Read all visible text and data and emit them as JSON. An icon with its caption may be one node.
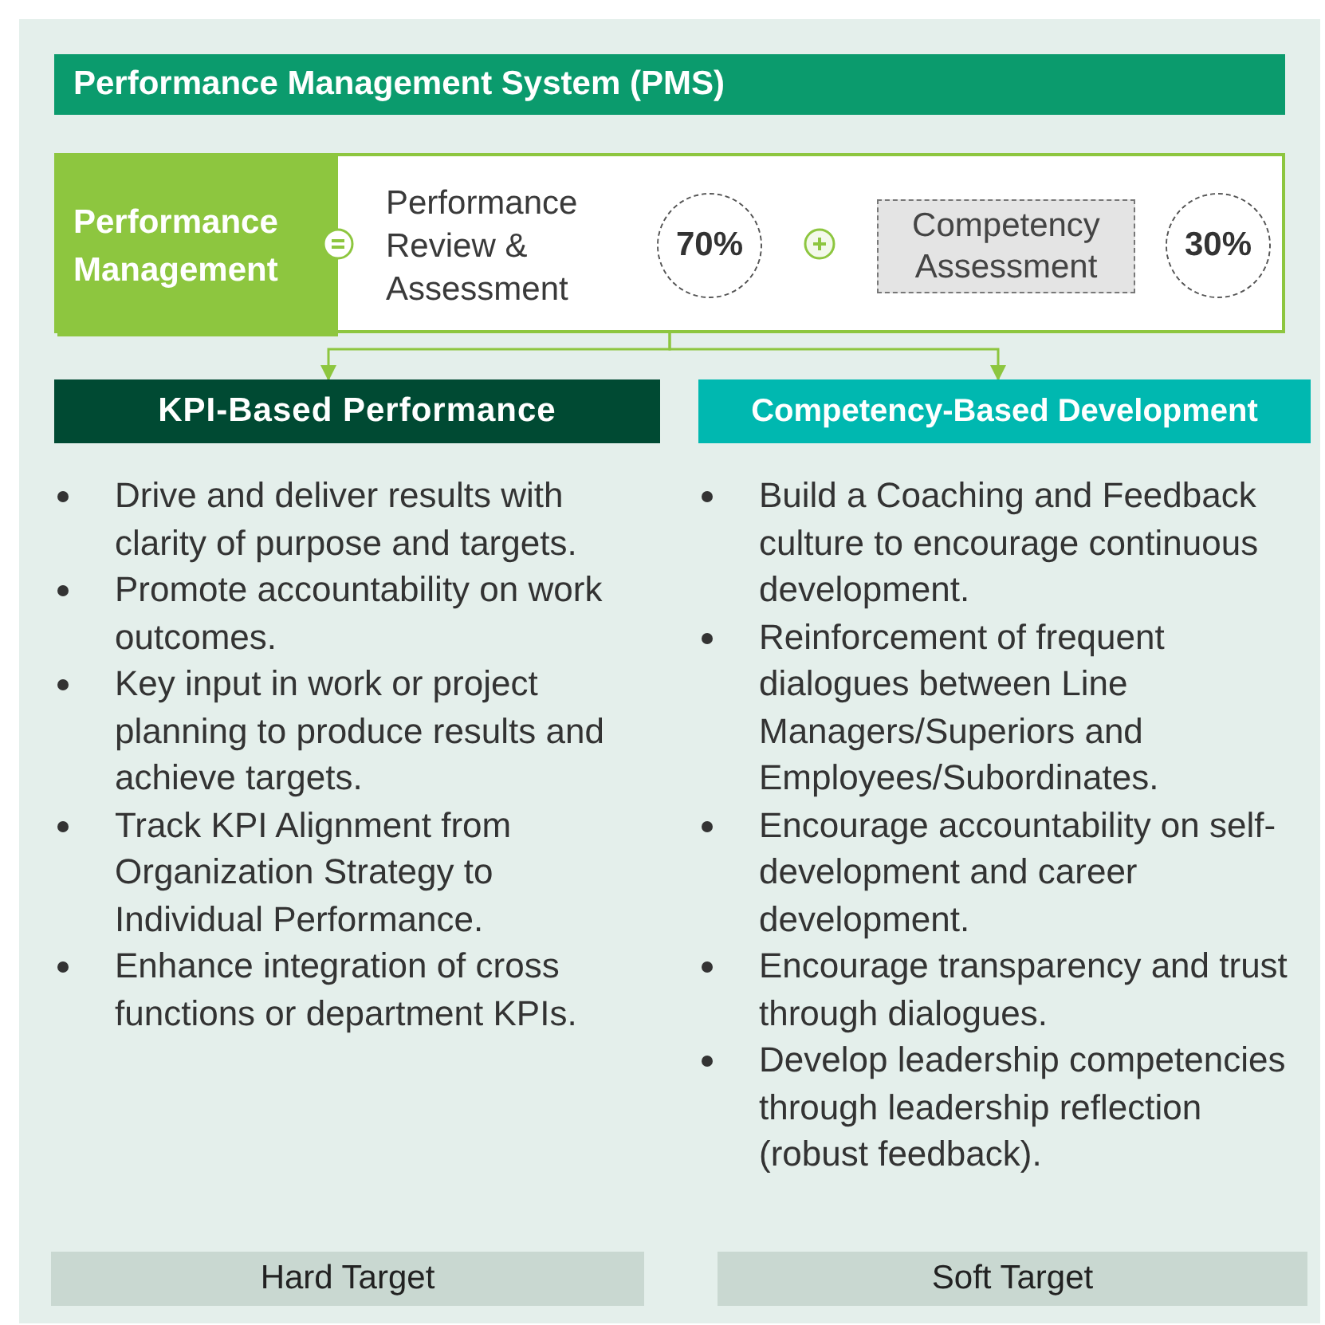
{
  "diagram": {
    "title": "Performance Management System (PMS)",
    "nodes": [
      {
        "text": [],
        "shape": "box"
      },
      {
        "text": [
          "Performance Management"
        ],
        "in": 0
      },
      {
        "text": [
          "Performance Review & Assessment"
        ],
        "in": 0
      },
      {
        "text": [
          "70%"
        ],
        "in": 0
      },
      {
        "text": [
          "Competency Assessment"
        ],
        "in": 0
      },
      {
        "text": [
          "30%"
        ],
        "in": 0
      },
      {
        "text": [
          "KPI-Based Performance"
        ]
      },
      {
        "text": [
          "Competency-Based Development"
        ]
      },
      {
        "text": [
          "Hard Target"
        ]
      },
      {
        "text": [
          "Soft Target"
        ]
      }
    ],
    "edges": [
      {
        "from": 0,
        "to": 6,
        "arrow": "to"
      },
      {
        "from": 0,
        "to": 7,
        "arrow": "to"
      }
    ],
    "labels": [
      "Drive and deliver results with clarity of purpose and targets.",
      "Promote accountability on work outcomes.",
      "Key input in work or project planning to produce results and achieve targets.",
      "Track KPI Alignment from Organization Strategy to Individual Performance.",
      "Enhance integration of cross functions or department KPIs.",
      "Build a Coaching and Feedback culture to encourage continuous development.",
      "Reinforcement of frequent dialogues between Line Managers/Superiors and Employees/Subordinates.",
      "Encourage accountability on self-development and career development.",
      "Encourage transparency and trust through dialogues.",
      "Develop leadership competencies through leadership reflection (robust feedback)."
    ]
  }
}
